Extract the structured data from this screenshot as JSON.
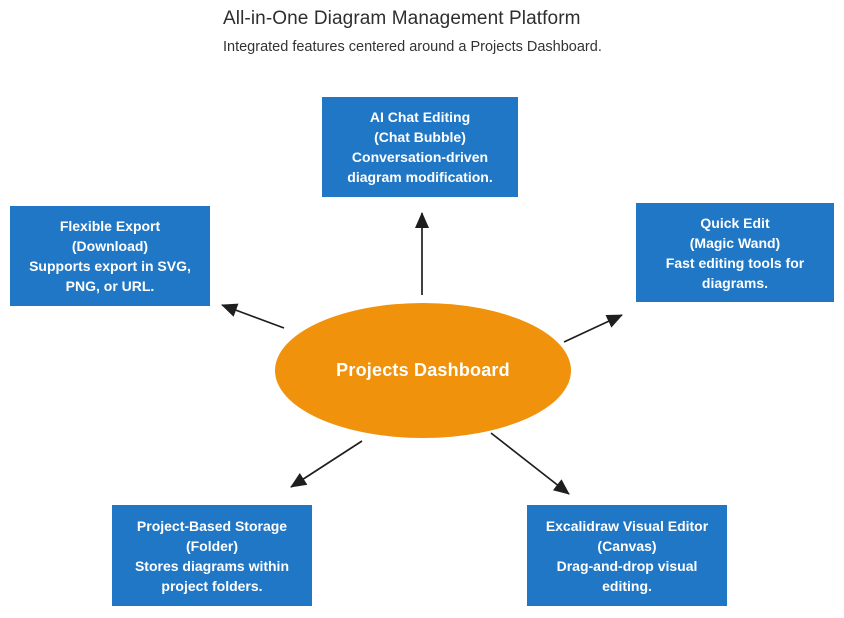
{
  "header": {
    "title": "All-in-One Diagram Management Platform",
    "subtitle": "Integrated features centered around a Projects Dashboard."
  },
  "center_node": {
    "label": "Projects Dashboard"
  },
  "nodes": [
    {
      "name": "ai-chat-editing",
      "lines": [
        "AI Chat Editing",
        "(Chat Bubble)",
        "Conversation-driven",
        "diagram modification."
      ]
    },
    {
      "name": "flexible-export",
      "lines": [
        "Flexible Export",
        "(Download)",
        "Supports export in SVG,",
        "PNG, or URL."
      ]
    },
    {
      "name": "quick-edit",
      "lines": [
        "Quick Edit",
        "(Magic Wand)",
        "Fast editing tools for",
        "diagrams."
      ]
    },
    {
      "name": "project-based-storage",
      "lines": [
        "Project-Based Storage",
        "(Folder)",
        "Stores diagrams within",
        "project folders."
      ]
    },
    {
      "name": "excalidraw-visual-editor",
      "lines": [
        "Excalidraw Visual Editor",
        "(Canvas)",
        "Drag-and-drop visual",
        "editing."
      ]
    }
  ],
  "colors": {
    "node_bg": "#2077C5",
    "node_text": "#FFFFFF",
    "center_bg": "#F0920B",
    "center_text": "#FFFFFF",
    "arrow": "#1E1E1E",
    "title_text": "#2E2E2E",
    "subtitle_text": "#333333",
    "background": "#FFFFFF"
  }
}
